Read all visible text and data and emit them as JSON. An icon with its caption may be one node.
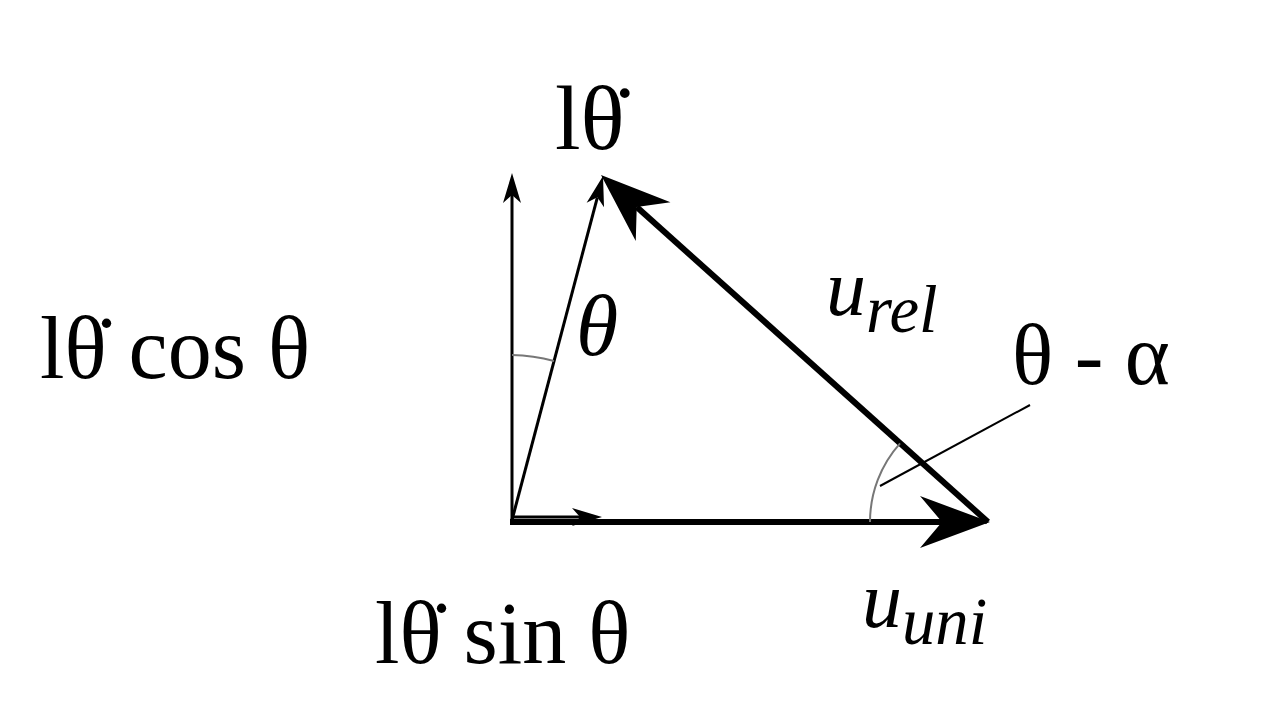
{
  "diagram": {
    "nodes": [
      {
        "text": [
          "θ - α"
        ]
      },
      {
        "text": [],
        "shape": "arc"
      }
    ],
    "edges": [
      {
        "from": 0,
        "to": 1,
        "arrow": "none"
      }
    ],
    "labels": [
      "lθ̇",
      "u$_{rel}$",
      "θ",
      "lθ̇ cos θ",
      "u$_{uni}$",
      "lθ̇ sin θ"
    ]
  }
}
